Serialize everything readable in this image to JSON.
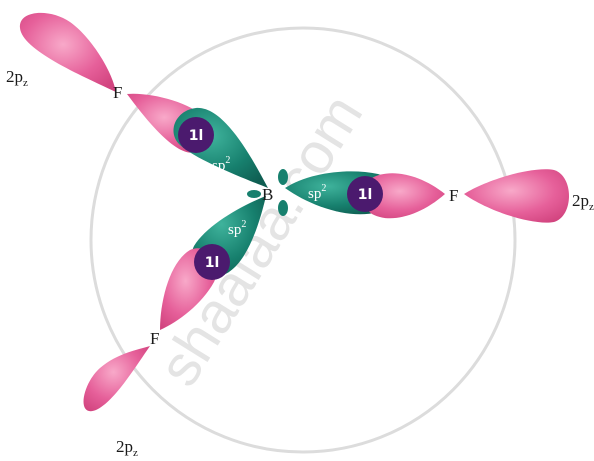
{
  "atoms": {
    "central": "B",
    "fluorine_top_left": "F",
    "fluorine_right": "F",
    "fluorine_bottom_left": "F"
  },
  "orbital_labels": {
    "top_left": {
      "main": "2p",
      "sub": "z"
    },
    "right": {
      "main": "2p",
      "sub": "z"
    },
    "bottom_left": {
      "main": "2p",
      "sub": "z"
    }
  },
  "hybrid_labels": {
    "upper_left": {
      "main": "sp",
      "sup": "2"
    },
    "right": {
      "main": "sp",
      "sup": "2"
    },
    "lower_left": {
      "main": "sp",
      "sup": "2"
    }
  },
  "electron_pair": "1l",
  "watermark": "shaalaa.com",
  "colors": {
    "pink_lobe": "#e6609a",
    "green_lobe": "#17806e",
    "electron_pair": "#4b1a6e",
    "ring": "#d9d9d9"
  }
}
